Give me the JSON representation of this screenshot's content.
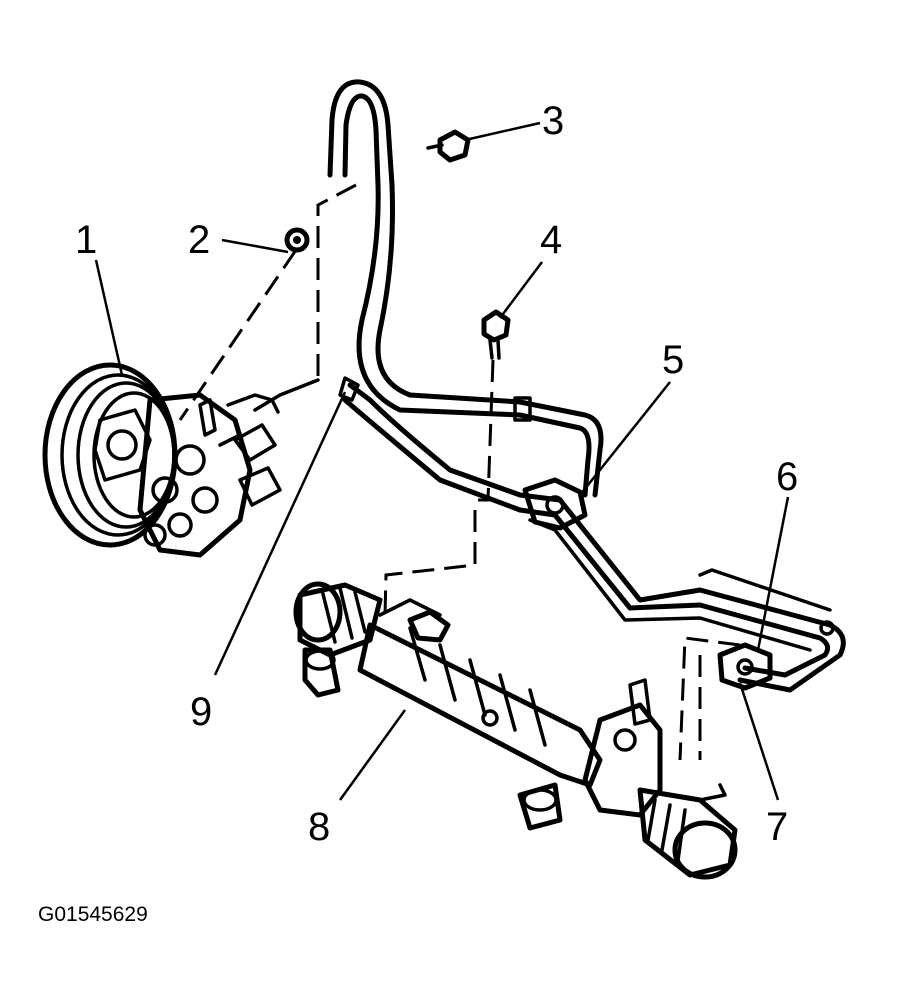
{
  "callouts": {
    "c1": "1",
    "c2": "2",
    "c3": "3",
    "c4": "4",
    "c5": "5",
    "c6": "6",
    "c7": "7",
    "c8": "8",
    "c9": "9"
  },
  "figure_id": "G01545629"
}
